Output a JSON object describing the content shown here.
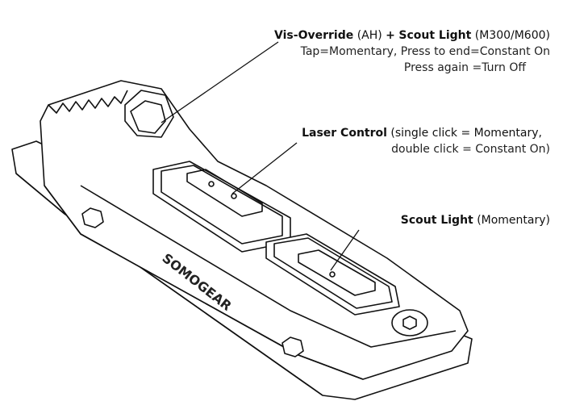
{
  "callouts": {
    "vis_override": {
      "title": "Vis-Override",
      "title_note": "(AH)",
      "plus": "+",
      "title2": "Scout Light",
      "title2_note": "(M300/M600)",
      "line2": "Tap=Momentary, Press to end=Constant On",
      "line3": "Press again =Turn Off"
    },
    "laser_control": {
      "title": "Laser Control",
      "line1_note": "(single click = Momentary,",
      "line2": "double click = Constant On)"
    },
    "scout_light": {
      "title": "Scout Light",
      "note": "(Momentary)"
    }
  },
  "device": {
    "brand": "SOMOGEAR"
  }
}
